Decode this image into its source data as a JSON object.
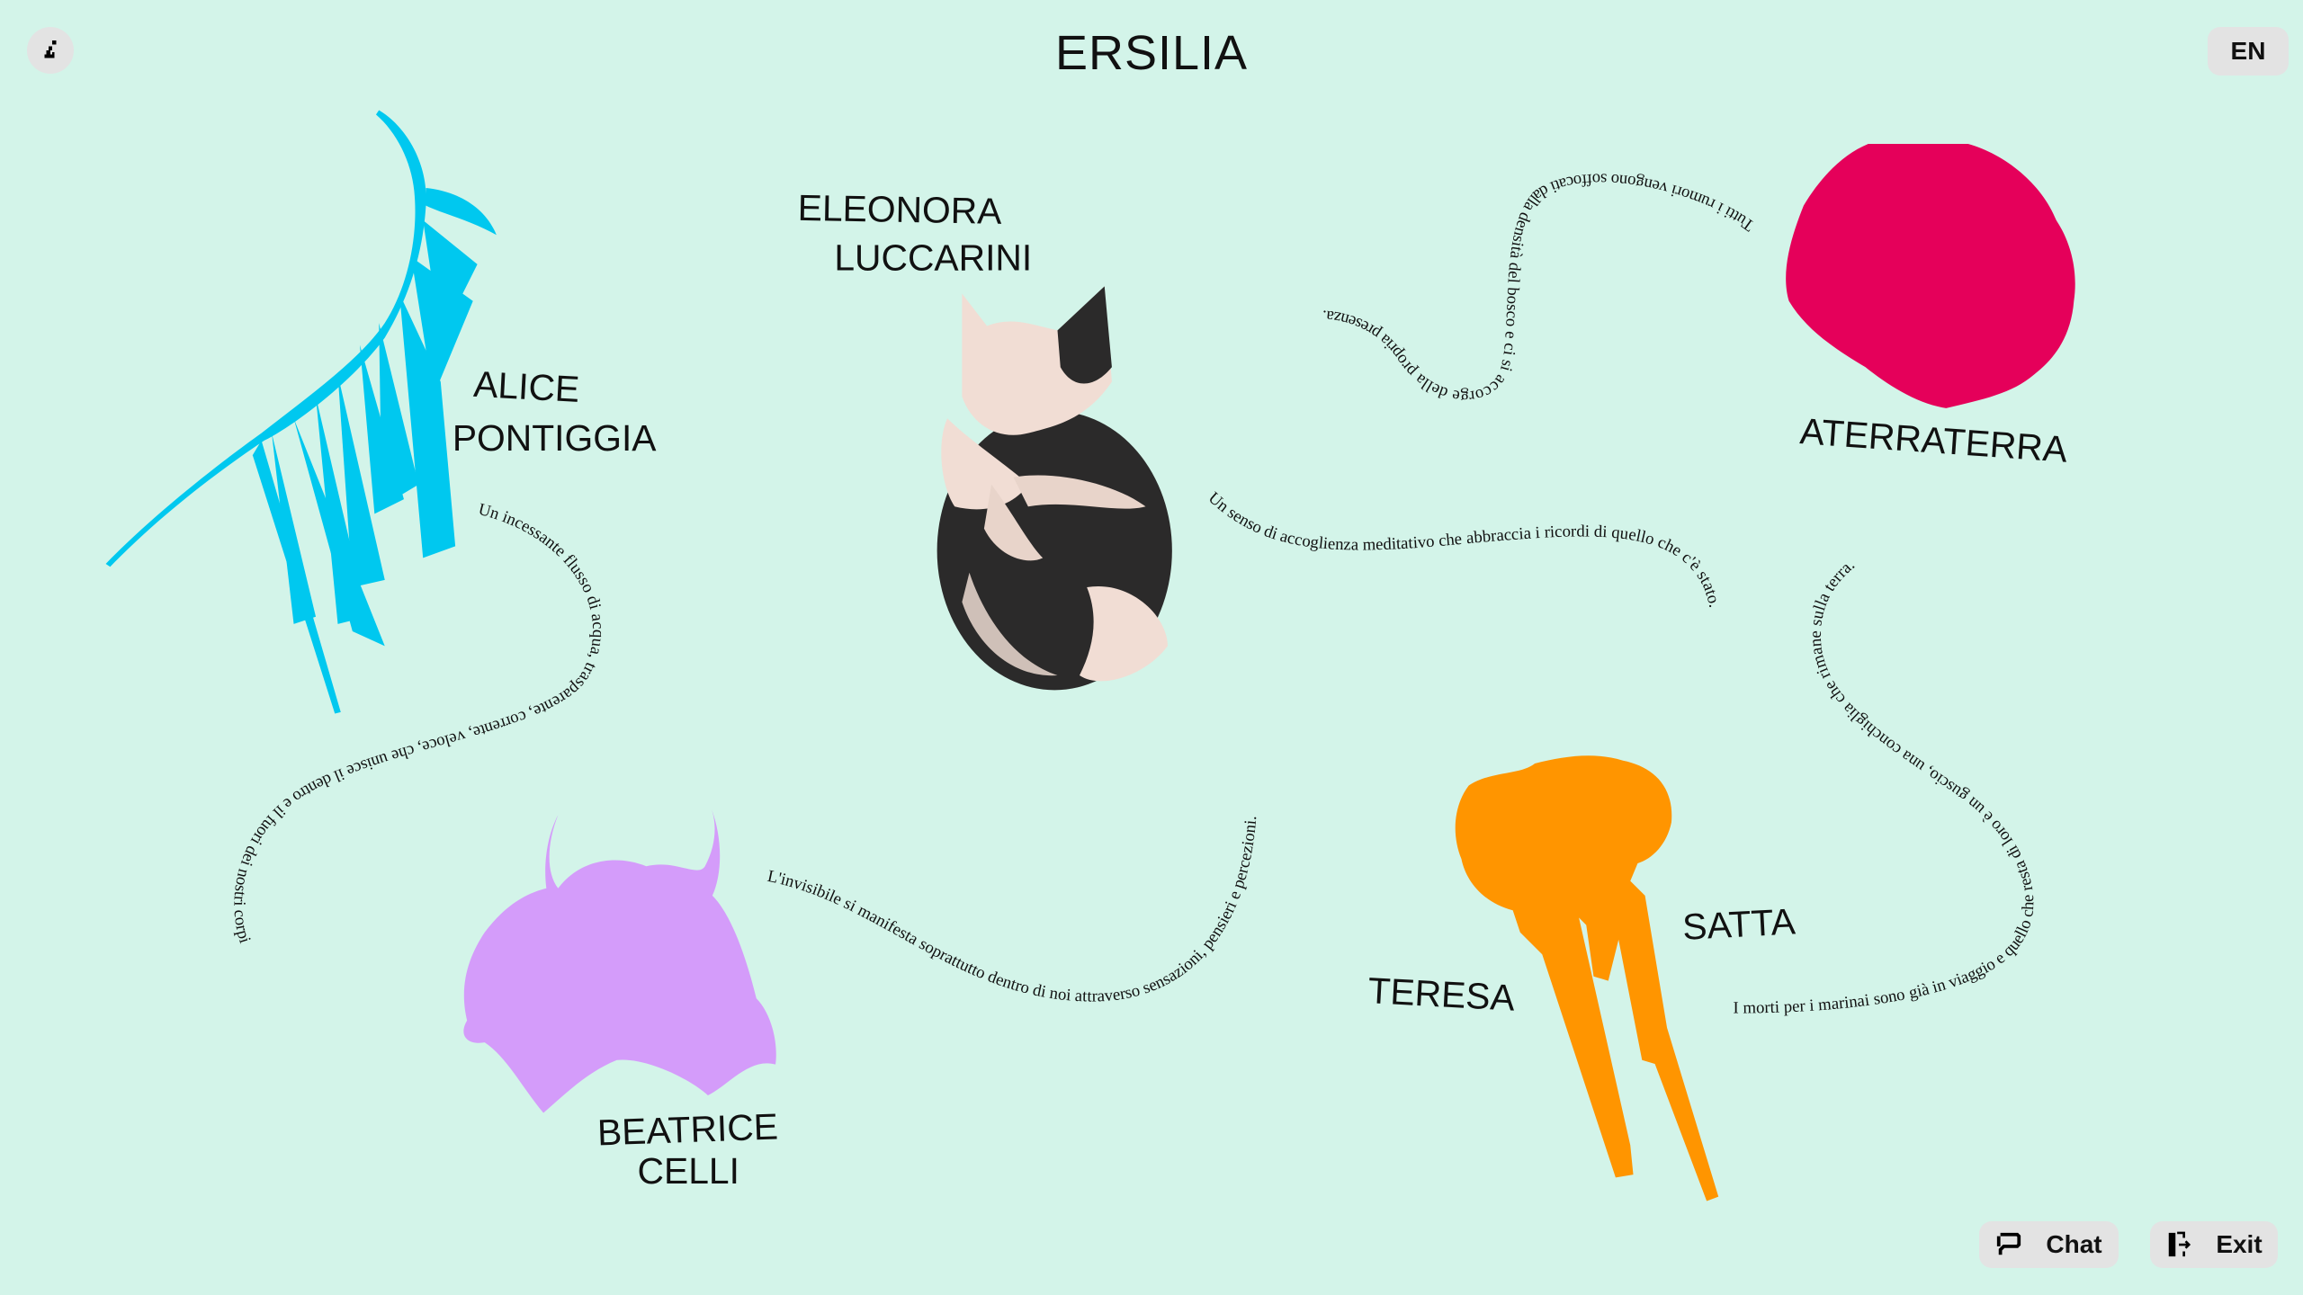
{
  "header": {
    "title": "ERSILIA",
    "language": "EN",
    "info_icon": "info-icon"
  },
  "footer": {
    "chat_label": "Chat",
    "exit_label": "Exit",
    "chat_icon": "speech-bubble-icon",
    "exit_icon": "door-exit-icon"
  },
  "artists": [
    {
      "first": "ALICE",
      "last": "PONTIGGIA",
      "color": "#00c8ef",
      "poem": "Un incessante flusso di acqua, trasparente, corrente, veloce, che unisce il dentro e il fuori dei nostri corpi"
    },
    {
      "first": "BEATRICE",
      "last": "CELLI",
      "color": "#d49cfa",
      "poem": "L'invisibile si manifesta soprattutto dentro di noi attraverso sensazioni, pensieri e percezioni."
    },
    {
      "first": "ELEONORA",
      "last": "LUCCARINI",
      "color": "#2a2a2a",
      "poem": "Un senso di accoglienza meditativo che abbraccia i ricordi di quello che c'è stato."
    },
    {
      "first": "ATERRATERRA",
      "last": "",
      "color": "#e5005a",
      "poem": "Tutti i rumori vengono soffocati dalla densità del bosco e ci si accorge della propria presenza."
    },
    {
      "first": "TERESA",
      "last": "SATTA",
      "color": "#ff9500",
      "poem": "I morti per i marinai sono già in viaggio e quello che resta di loro è un guscio, una conchiglia che rimane sulla terra."
    }
  ]
}
